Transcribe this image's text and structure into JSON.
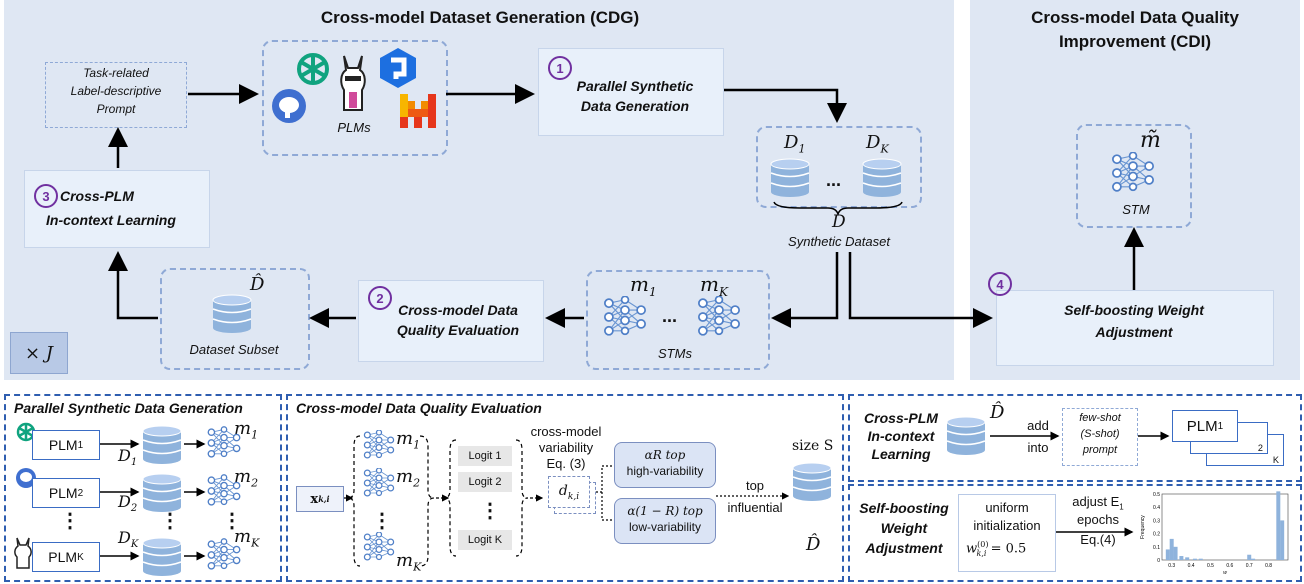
{
  "top": {
    "cdg_title": "Cross-model Dataset Generation (CDG)",
    "cdi_title_1": "Cross-model Data Quality",
    "cdi_title_2": "Improvement (CDI)",
    "prompt_box": {
      "line1": "Task-related",
      "line2": "Label-descriptive",
      "line3": "Prompt"
    },
    "plms_label": "PLMs",
    "step1": {
      "num": "1",
      "line1": "Parallel Synthetic",
      "line2": "Data Generation"
    },
    "step2": {
      "num": "2",
      "line1": "Cross-model Data",
      "line2": "Quality Evaluation"
    },
    "step3": {
      "num": "3",
      "line1": "Cross-PLM",
      "line2": "In-context Learning"
    },
    "step4": {
      "num": "4",
      "line1": "Self-boosting Weight",
      "line2": "Adjustment"
    },
    "synthetic": {
      "d1": "D",
      "d1_sub": "1",
      "dk": "D",
      "dk_sub": "K",
      "dots": "...",
      "d": "D",
      "label": "Synthetic Dataset"
    },
    "stms": {
      "m1": "m",
      "m1_sub": "1",
      "mk": "m",
      "mk_sub": "K",
      "dots": "...",
      "label": "STMs"
    },
    "subset": {
      "dhat": "D̂",
      "label": "Dataset Subset"
    },
    "stm_final": {
      "mtilde": "m̃",
      "label": "STM"
    },
    "repeat_label": "× J"
  },
  "bottom": {
    "psdg": {
      "title": "Parallel Synthetic Data Generation",
      "rows": [
        {
          "plm": "PLM",
          "plm_sub": "1",
          "d": "D",
          "d_sub": "1",
          "m": "m",
          "m_sub": "1"
        },
        {
          "plm": "PLM",
          "plm_sub": "2",
          "d": "D",
          "d_sub": "2",
          "m": "m",
          "m_sub": "2"
        },
        {
          "plm": "PLM",
          "plm_sub": "K",
          "d": "D",
          "d_sub": "K",
          "m": "m",
          "m_sub": "K"
        }
      ],
      "vdots": "⋮"
    },
    "cdqe": {
      "title": "Cross-model Data Quality Evaluation",
      "x_label": "x",
      "x_sub": "k,i",
      "m_labels": [
        {
          "m": "m",
          "sub": "1"
        },
        {
          "m": "m",
          "sub": "2"
        },
        {
          "m": "m",
          "sub": "K"
        }
      ],
      "logits": [
        "Logit 1",
        "Logit 2",
        "Logit K"
      ],
      "variability_text_1": "cross-model",
      "variability_text_2": "variability",
      "variability_text_3": "Eq. (3)",
      "d_label": "d",
      "d_sub": "k,i",
      "high_1": "αR top",
      "high_2": "high-variability",
      "low_1": "α(1 − R) top",
      "low_2": "low-variability",
      "top_1": "top",
      "top_2": "influential",
      "size_label": "size S",
      "dhat": "D̂",
      "vdots": "⋮"
    },
    "cpicl": {
      "title_1": "Cross-PLM",
      "title_2": "In-context",
      "title_3": "Learning",
      "dhat": "D̂",
      "add_1": "add",
      "add_2": "into",
      "fewshot_1": "few-shot",
      "fewshot_2": "(S-shot)",
      "fewshot_3": "prompt",
      "plm1": "PLM",
      "plm1_sub": "1",
      "plm2_sub": "2",
      "plmk_sub": "K"
    },
    "sbwa": {
      "title_1": "Self-boosting",
      "title_2": "Weight",
      "title_3": "Adjustment",
      "init_1": "uniform",
      "init_2": "initialization",
      "init_3": "w",
      "init_sup": "(0)",
      "init_sub": "k,i",
      "init_val": "= 0.5",
      "adjust_1": "adjust E",
      "adjust_sub": "1",
      "adjust_2": "epochs",
      "adjust_3": "Eq.(4)",
      "hist_ylabel": "Frequency",
      "hist_xlabel": "w",
      "hist_yticks": [
        "0.5",
        "0.4",
        "0.3",
        "0.2",
        "0.1",
        "0"
      ],
      "hist_xticks": [
        "0.3",
        "0.4",
        "0.5",
        "0.6",
        "0.7",
        "0.8"
      ]
    }
  },
  "chart_data": {
    "type": "bar",
    "xlabel": "w",
    "ylabel": "Frequency",
    "ylim": [
      0,
      0.5
    ],
    "x": [
      0.28,
      0.3,
      0.32,
      0.35,
      0.38,
      0.42,
      0.45,
      0.7,
      0.72,
      0.85,
      0.87
    ],
    "values": [
      0.08,
      0.16,
      0.1,
      0.03,
      0.02,
      0.01,
      0.01,
      0.04,
      0.01,
      0.52,
      0.3
    ]
  },
  "colors": {
    "panel": "#dfe7f3",
    "box": "#e8f0fa",
    "dashed": "#8fa9d6",
    "step_num": "#7030a0",
    "bottom_border": "#2f5eb0",
    "cylinder": "#8fb3dc",
    "network": "#6a96d2"
  }
}
